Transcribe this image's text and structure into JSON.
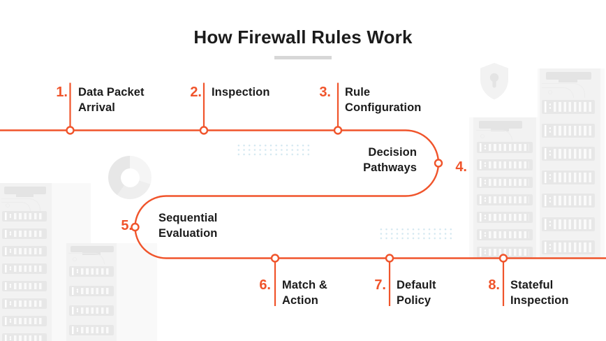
{
  "title": "How Firewall Rules Work",
  "steps": [
    {
      "number": "1.",
      "line1": "Data Packet",
      "line2": "Arrival"
    },
    {
      "number": "2.",
      "line1": "Inspection",
      "line2": ""
    },
    {
      "number": "3.",
      "line1": "Rule",
      "line2": "Configuration"
    },
    {
      "number": "4.",
      "line1": "Decision",
      "line2": "Pathways"
    },
    {
      "number": "5.",
      "line1": "Sequential",
      "line2": "Evaluation"
    },
    {
      "number": "6.",
      "line1": "Match &",
      "line2": "Action"
    },
    {
      "number": "7.",
      "line1": "Default",
      "line2": "Policy"
    },
    {
      "number": "8.",
      "line1": "Stateful",
      "line2": "Inspection"
    }
  ],
  "colors": {
    "accent": "#F0542B",
    "text": "#1B1B1B",
    "underline": "#D7D7D7",
    "dots": "#D2E7F0"
  },
  "background_icons": [
    "shield-icon",
    "donut-shape",
    "server-rack-towers",
    "dot-grid-pattern"
  ]
}
